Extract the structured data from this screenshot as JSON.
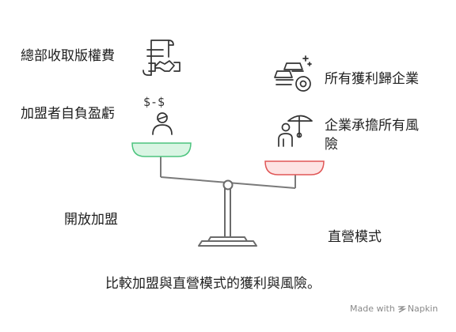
{
  "left_side": {
    "top_label": "總部收取版權費",
    "bottom_label": "加盟者自負盈虧",
    "mode_label": "開放加盟",
    "pan_color": "#d9f5e3",
    "pan_stroke": "#4cc47e"
  },
  "right_side": {
    "top_label": "所有獲利歸企業",
    "bottom_label_line1": "企業承擔所有風",
    "bottom_label_line2": "險",
    "mode_label": "直營模式",
    "pan_color": "#fde3e3",
    "pan_stroke": "#e05656"
  },
  "caption": "比較加盟與直營模式的獲利與風險。",
  "watermark": {
    "prefix": "Made with",
    "brand": "Napkin"
  },
  "icons": {
    "left_top": "contract-handshake-icon",
    "left_bottom": "person-money-icon",
    "right_top": "gold-coins-icon",
    "right_bottom": "person-umbrella-icon"
  }
}
